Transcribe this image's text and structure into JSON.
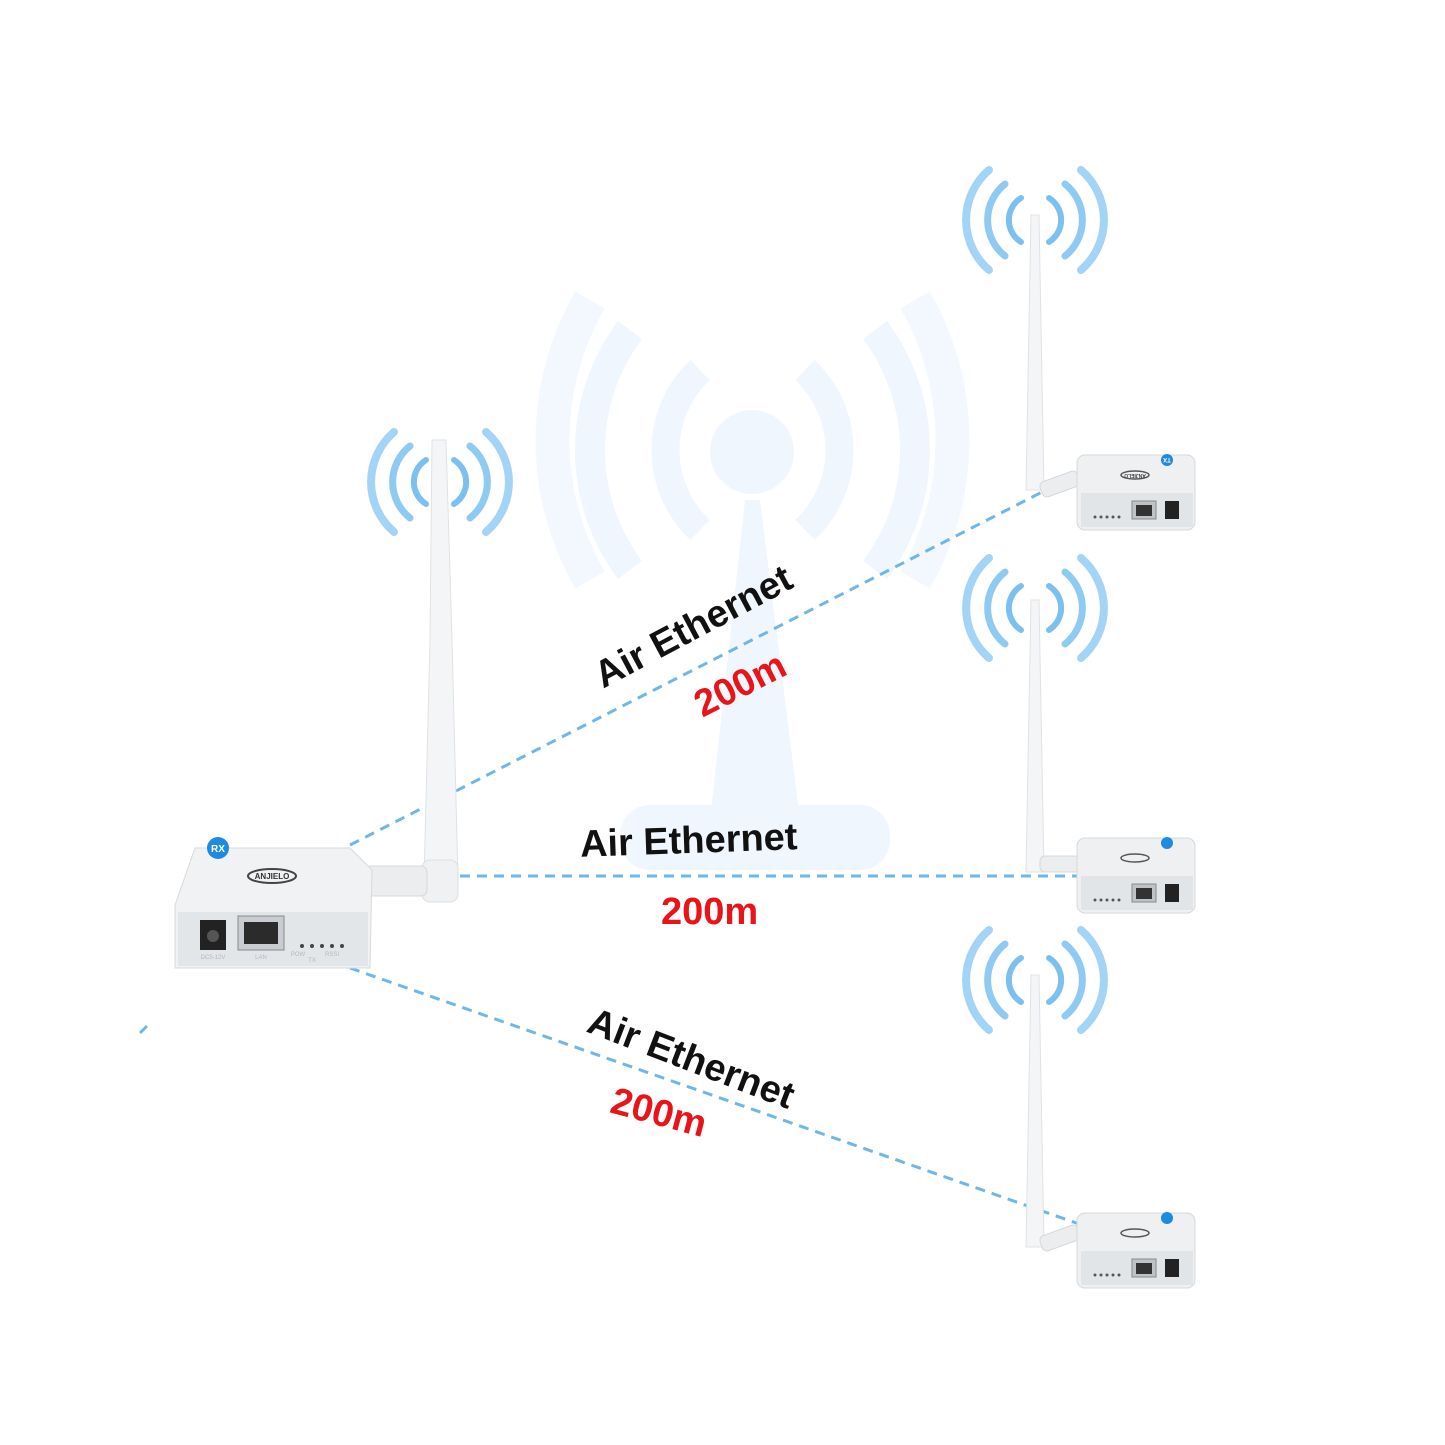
{
  "links": [
    {
      "label": "Air Ethernet",
      "distance": "200m"
    },
    {
      "label": "Air Ethernet",
      "distance": "200m"
    },
    {
      "label": "Air Ethernet",
      "distance": "200m"
    }
  ],
  "main_device": {
    "badge": "RX",
    "brand": "ANJIELO",
    "ports": [
      "DC5-12V",
      "LAN"
    ],
    "leds": [
      "POW",
      "TX",
      "RSSI"
    ]
  },
  "remote_device": {
    "badge": "TX",
    "brand": "ANJIELO"
  },
  "colors": {
    "link_line": "#6fb6ea",
    "distance_text": "#e8141a",
    "signal": "#7cc0ef",
    "tower": "#eef6fd"
  }
}
